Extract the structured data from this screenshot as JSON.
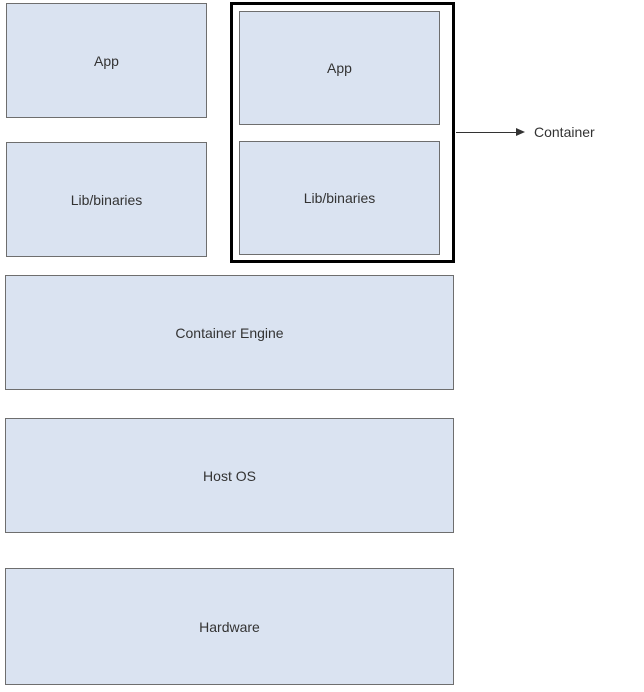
{
  "diagram": {
    "type": "container-architecture-layer-diagram",
    "left_stack": {
      "app_label": "App",
      "lib_label": "Lib/binaries"
    },
    "container_group": {
      "app_label": "App",
      "lib_label": "Lib/binaries",
      "annotation_label": "Container"
    },
    "layers": {
      "engine_label": "Container Engine",
      "host_os_label": "Host OS",
      "hardware_label": "Hardware"
    },
    "colors": {
      "box_fill": "#dae3f1",
      "box_border": "#6e6e6e",
      "container_frame": "#000000",
      "text": "#333333",
      "arrow": "#333333",
      "background": "#ffffff"
    }
  }
}
